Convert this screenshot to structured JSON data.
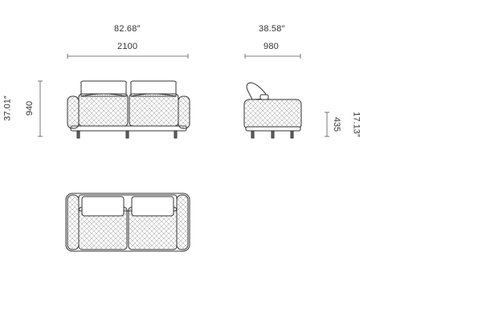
{
  "dimensions": {
    "front_width_in": "82.68″",
    "front_width_mm": "2100",
    "side_depth_in": "38.58″",
    "side_depth_mm": "980",
    "height_in": "37.01″",
    "height_mm": "940",
    "seat_height_mm": "435",
    "seat_height_in": "17.13″"
  }
}
